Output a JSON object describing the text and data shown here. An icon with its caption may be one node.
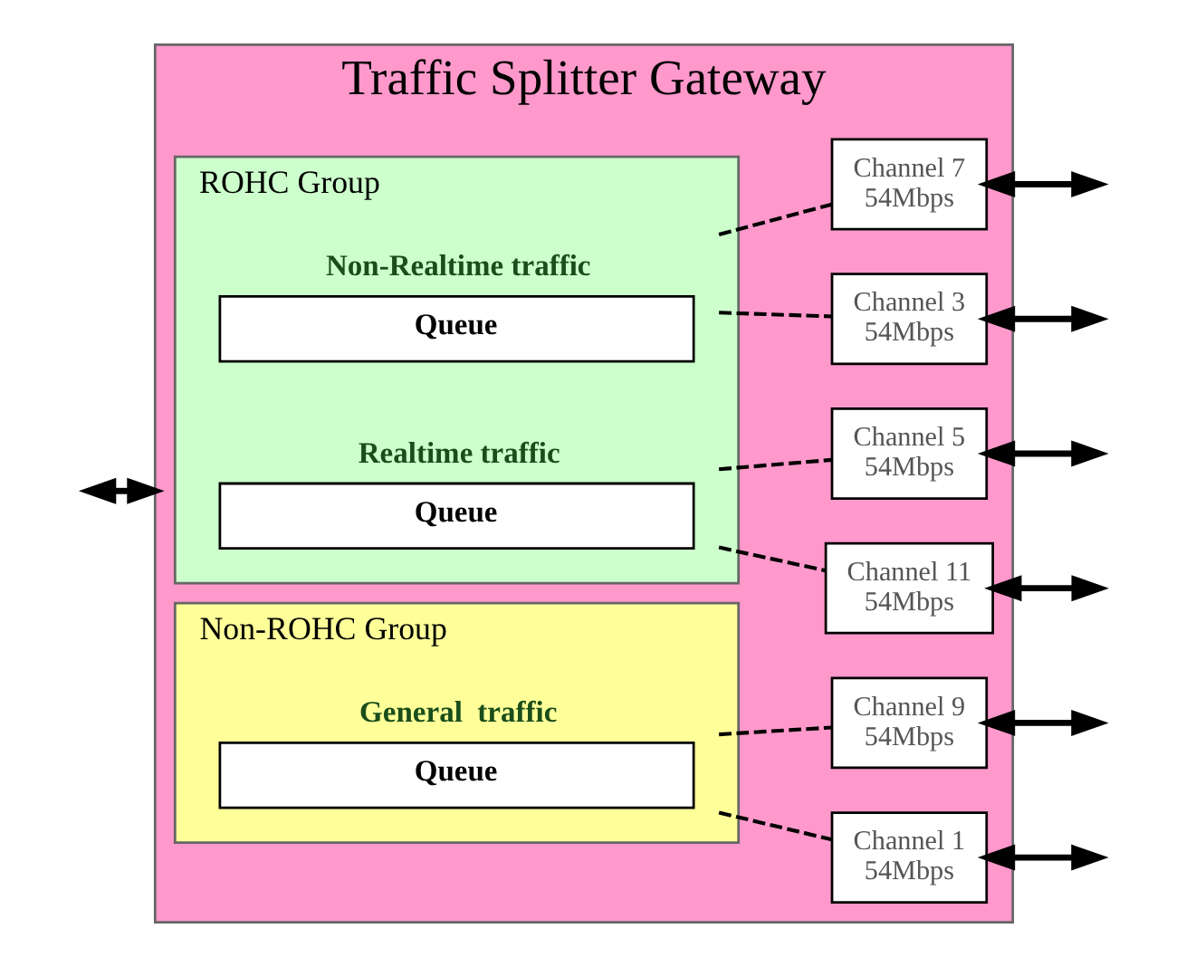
{
  "diagram": {
    "nodes": [
      {
        "text": [
          "Traffic Splitter Gateway"
        ]
      },
      {
        "text": [
          "ROHC Group"
        ],
        "in": 0
      },
      {
        "text": [
          "Realtime traffic",
          "Queue"
        ],
        "in": 1
      },
      {
        "text": [
          "Non-Realtime traffic",
          "Queue"
        ],
        "in": 1
      },
      {
        "text": [
          "Non-ROHC Group"
        ],
        "in": 0
      },
      {
        "text": [
          "General  traffic",
          "Queue"
        ],
        "in": 4
      },
      {
        "text": [
          "Channel 5",
          "54Mbps"
        ],
        "in": 0
      },
      {
        "text": [
          "Channel 11",
          "54Mbps"
        ],
        "in": 0
      },
      {
        "text": [
          "Channel 7",
          "54Mbps"
        ],
        "in": 0
      },
      {
        "text": [
          "Channel 3",
          "54Mbps"
        ],
        "in": 0
      },
      {
        "text": [
          "Channel 9",
          "54Mbps"
        ],
        "in": 0
      },
      {
        "text": [
          "Channel 1",
          "54Mbps"
        ],
        "in": 0
      }
    ],
    "edges": [
      {
        "from": null,
        "to": 0,
        "arrow": "both"
      },
      {
        "from": 2,
        "to": 6,
        "arrow": "none",
        "style": "dashed"
      },
      {
        "from": 2,
        "to": 7,
        "arrow": "none",
        "style": "dashed"
      },
      {
        "from": 3,
        "to": 8,
        "arrow": "none",
        "style": "dashed"
      },
      {
        "from": 3,
        "to": 9,
        "arrow": "none",
        "style": "dashed"
      },
      {
        "from": 5,
        "to": 10,
        "arrow": "none",
        "style": "dashed"
      },
      {
        "from": 5,
        "to": 11,
        "arrow": "none",
        "style": "dashed"
      },
      {
        "from": 6,
        "to": null,
        "arrow": "both"
      },
      {
        "from": 7,
        "to": null,
        "arrow": "both"
      },
      {
        "from": 8,
        "to": null,
        "arrow": "both"
      },
      {
        "from": 9,
        "to": null,
        "arrow": "both"
      },
      {
        "from": 10,
        "to": null,
        "arrow": "both"
      },
      {
        "from": 11,
        "to": null,
        "arrow": "both"
      }
    ]
  }
}
